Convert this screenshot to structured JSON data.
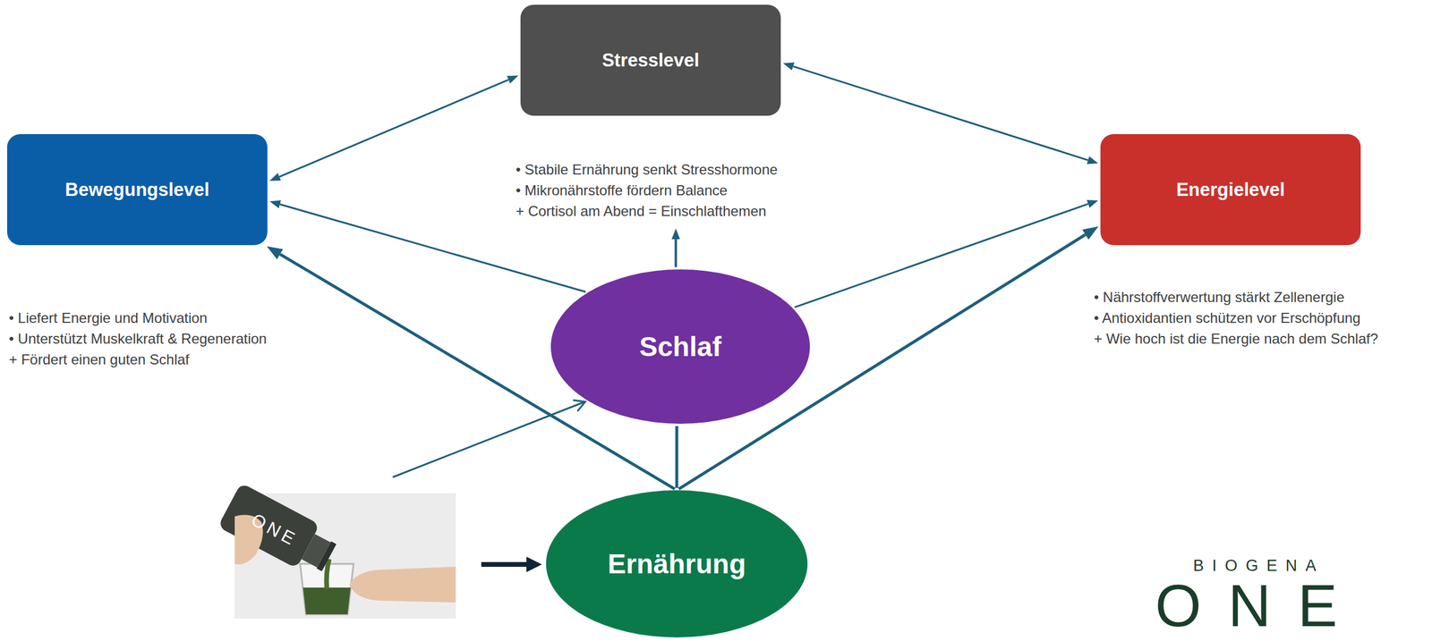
{
  "diagram": {
    "nodes": [
      {
        "text": [
          "Stresslevel",
          "• Stabile Ernährung senkt Stresshormone",
          "• Mikronährstoffe fördern Balance",
          "+ Cortisol am Abend = Einschlafthemen"
        ]
      },
      {
        "text": [
          "Bewegungslevel",
          "• Liefert Energie und Motivation",
          "• Unterstützt Muskelkraft & Regeneration",
          "+ Fördert einen guten Schlaf"
        ]
      },
      {
        "text": [
          "Energielevel",
          "• Nährstoffverwertung stärkt Zellenergie",
          "• Antioxidantien schützen vor Erschöpfung",
          "+ Wie hoch ist die Energie nach dem Schlaf?"
        ]
      },
      {
        "text": [
          "Schlaf"
        ]
      },
      {
        "text": [
          "Ernährung"
        ]
      }
    ],
    "edges": [
      {
        "from": 0,
        "to": 1,
        "arrow": "both"
      },
      {
        "from": 0,
        "to": 2,
        "arrow": "both"
      },
      {
        "from": 3,
        "to": 0,
        "arrow": "to"
      },
      {
        "from": 3,
        "to": 1,
        "arrow": "to"
      },
      {
        "from": 3,
        "to": 2,
        "arrow": "to"
      },
      {
        "from": 4,
        "to": 1,
        "arrow": "to"
      },
      {
        "from": 4,
        "to": 2,
        "arrow": "to"
      },
      {
        "from": 4,
        "to": 3,
        "arrow": "none"
      }
    ],
    "labels": [
      "ONE",
      "BIOGENA",
      "ONE"
    ]
  }
}
